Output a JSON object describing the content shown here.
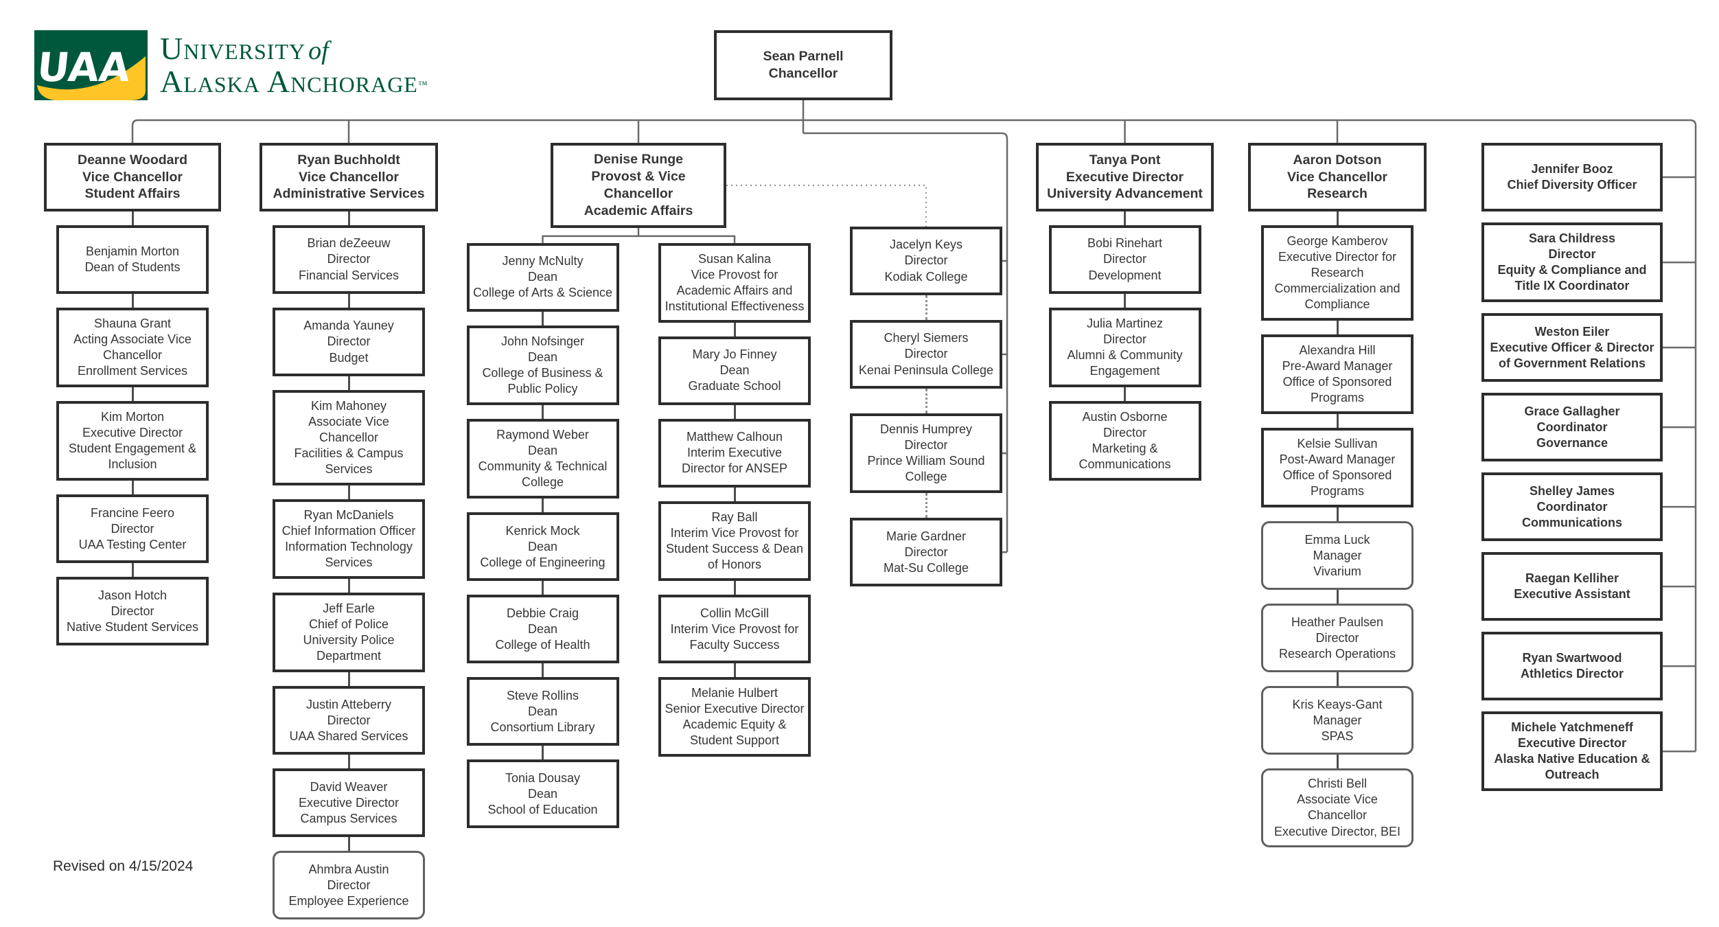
{
  "logo": {
    "acronym": "UAA",
    "line1_main": "University",
    "line1_of": "of",
    "line2": "Alaska Anchorage",
    "trademark": "™",
    "brand_green": "#00583C",
    "brand_gold": "#FFC425"
  },
  "chancellor": {
    "lines": [
      "Sean Parnell",
      "Chancellor"
    ]
  },
  "footer": {
    "revised_note": "Revised on 4/15/2024"
  },
  "columns": [
    {
      "id": "student-affairs",
      "header": {
        "lines": [
          "Deanne Woodard",
          "Vice Chancellor",
          "Student Affairs"
        ]
      },
      "boxes": [
        {
          "lines": [
            "Benjamin Morton",
            "Dean of Students"
          ]
        },
        {
          "lines": [
            "Shauna Grant",
            "Acting Associate Vice Chancellor",
            "Enrollment Services"
          ]
        },
        {
          "lines": [
            "Kim Morton",
            "Executive Director",
            "Student Engagement & Inclusion"
          ]
        },
        {
          "lines": [
            "Francine Feero",
            "Director",
            "UAA Testing Center"
          ]
        },
        {
          "lines": [
            "Jason Hotch",
            "Director",
            "Native Student Services"
          ]
        }
      ]
    },
    {
      "id": "administrative-services",
      "header": {
        "lines": [
          "Ryan Buchholdt",
          "Vice Chancellor",
          "Administrative Services"
        ]
      },
      "boxes": [
        {
          "lines": [
            "Brian deZeeuw",
            "Director",
            "Financial Services"
          ]
        },
        {
          "lines": [
            "Amanda Yauney",
            "Director",
            "Budget"
          ]
        },
        {
          "lines": [
            "Kim Mahoney",
            "Associate Vice Chancellor",
            "Facilities & Campus Services"
          ]
        },
        {
          "lines": [
            "Ryan McDaniels",
            "Chief Information Officer",
            "Information Technology Services"
          ]
        },
        {
          "lines": [
            "Jeff Earle",
            "Chief of Police",
            "University Police Department"
          ]
        },
        {
          "lines": [
            "Justin Atteberry",
            "Director",
            "UAA Shared Services"
          ]
        },
        {
          "lines": [
            "David Weaver",
            "Executive Director",
            "Campus Services"
          ]
        },
        {
          "lines": [
            "Ahmbra Austin",
            "Director",
            "Employee Experience"
          ],
          "shape": "rounded"
        }
      ]
    },
    {
      "id": "academic-affairs",
      "header": {
        "lines": [
          "Denise Runge",
          "Provost & Vice Chancellor",
          "Academic Affairs"
        ]
      },
      "subcolumns": [
        {
          "id": "deans",
          "boxes": [
            {
              "lines": [
                "Jenny McNulty",
                "Dean",
                "College of Arts & Science"
              ]
            },
            {
              "lines": [
                "John Nofsinger",
                "Dean",
                "College of Business & Public Policy"
              ]
            },
            {
              "lines": [
                "Raymond Weber",
                "Dean",
                "Community & Technical College"
              ]
            },
            {
              "lines": [
                "Kenrick Mock",
                "Dean",
                "College of Engineering"
              ]
            },
            {
              "lines": [
                "Debbie Craig",
                "Dean",
                "College of Health"
              ]
            },
            {
              "lines": [
                "Steve Rollins",
                "Dean",
                "Consortium Library"
              ]
            },
            {
              "lines": [
                "Tonia Dousay",
                "Dean",
                "School of Education"
              ]
            }
          ]
        },
        {
          "id": "provost-office",
          "boxes": [
            {
              "lines": [
                "Susan Kalina",
                "Vice Provost for Academic Affairs and Institutional Effectiveness"
              ]
            },
            {
              "lines": [
                "Mary Jo Finney",
                "Dean",
                "Graduate School"
              ]
            },
            {
              "lines": [
                "Matthew Calhoun",
                "Interim Executive Director for ANSEP"
              ]
            },
            {
              "lines": [
                "Ray Ball",
                "Interim Vice Provost for Student Success & Dean of Honors"
              ]
            },
            {
              "lines": [
                "Collin McGill",
                "Interim Vice Provost for Faculty Success"
              ]
            },
            {
              "lines": [
                "Melanie Hulbert",
                "Senior Executive Director",
                "Academic Equity & Student Support"
              ]
            }
          ]
        }
      ]
    },
    {
      "id": "community-colleges",
      "connector": "dotted",
      "boxes": [
        {
          "lines": [
            "Jacelyn Keys",
            "Director",
            "Kodiak College"
          ]
        },
        {
          "lines": [
            "Cheryl Siemers",
            "Director",
            "Kenai Peninsula College"
          ]
        },
        {
          "lines": [
            "Dennis Humprey",
            "Director",
            "Prince William Sound College"
          ]
        },
        {
          "lines": [
            "Marie Gardner",
            "Director",
            "Mat-Su College"
          ]
        }
      ]
    },
    {
      "id": "university-advancement",
      "header": {
        "lines": [
          "Tanya Pont",
          "Executive Director",
          "University Advancement"
        ]
      },
      "boxes": [
        {
          "lines": [
            "Bobi Rinehart",
            "Director",
            "Development"
          ]
        },
        {
          "lines": [
            "Julia Martinez",
            "Director",
            "Alumni & Community Engagement"
          ]
        },
        {
          "lines": [
            "Austin Osborne",
            "Director",
            "Marketing & Communications"
          ]
        }
      ]
    },
    {
      "id": "research",
      "header": {
        "lines": [
          "Aaron Dotson",
          "Vice Chancellor",
          "Research"
        ]
      },
      "boxes": [
        {
          "lines": [
            "George Kamberov",
            "Executive Director for Research Commercialization and Compliance"
          ]
        },
        {
          "lines": [
            "Alexandra Hill",
            "Pre-Award Manager",
            "Office of Sponsored Programs"
          ]
        },
        {
          "lines": [
            "Kelsie Sullivan",
            "Post-Award Manager",
            "Office of Sponsored Programs"
          ]
        },
        {
          "lines": [
            "Emma Luck",
            "Manager",
            "Vivarium"
          ],
          "shape": "rounded"
        },
        {
          "lines": [
            "Heather Paulsen",
            "Director",
            "Research Operations"
          ],
          "shape": "rounded"
        },
        {
          "lines": [
            "Kris Keays-Gant",
            "Manager",
            "SPAS"
          ],
          "shape": "rounded"
        },
        {
          "lines": [
            "Christi Bell",
            "Associate Vice Chancellor",
            "Executive Director, BEI"
          ],
          "shape": "rounded"
        }
      ]
    },
    {
      "id": "chancellors-office",
      "connector": "none",
      "bold": true,
      "boxes": [
        {
          "lines": [
            "Jennifer Booz",
            "Chief Diversity Officer"
          ]
        },
        {
          "lines": [
            "Sara Childress",
            "Director",
            "Equity & Compliance and Title IX Coordinator"
          ]
        },
        {
          "lines": [
            "Weston Eiler",
            "Executive Officer & Director of Government Relations"
          ]
        },
        {
          "lines": [
            "Grace Gallagher",
            "Coordinator",
            "Governance"
          ]
        },
        {
          "lines": [
            "Shelley James",
            "Coordinator",
            "Communications"
          ]
        },
        {
          "lines": [
            "Raegan Kelliher",
            "Executive Assistant"
          ]
        },
        {
          "lines": [
            "Ryan Swartwood",
            "Athletics Director"
          ]
        },
        {
          "lines": [
            "Michele Yatchmeneff",
            "Executive Director",
            "Alaska Native Education & Outreach"
          ]
        }
      ]
    }
  ]
}
